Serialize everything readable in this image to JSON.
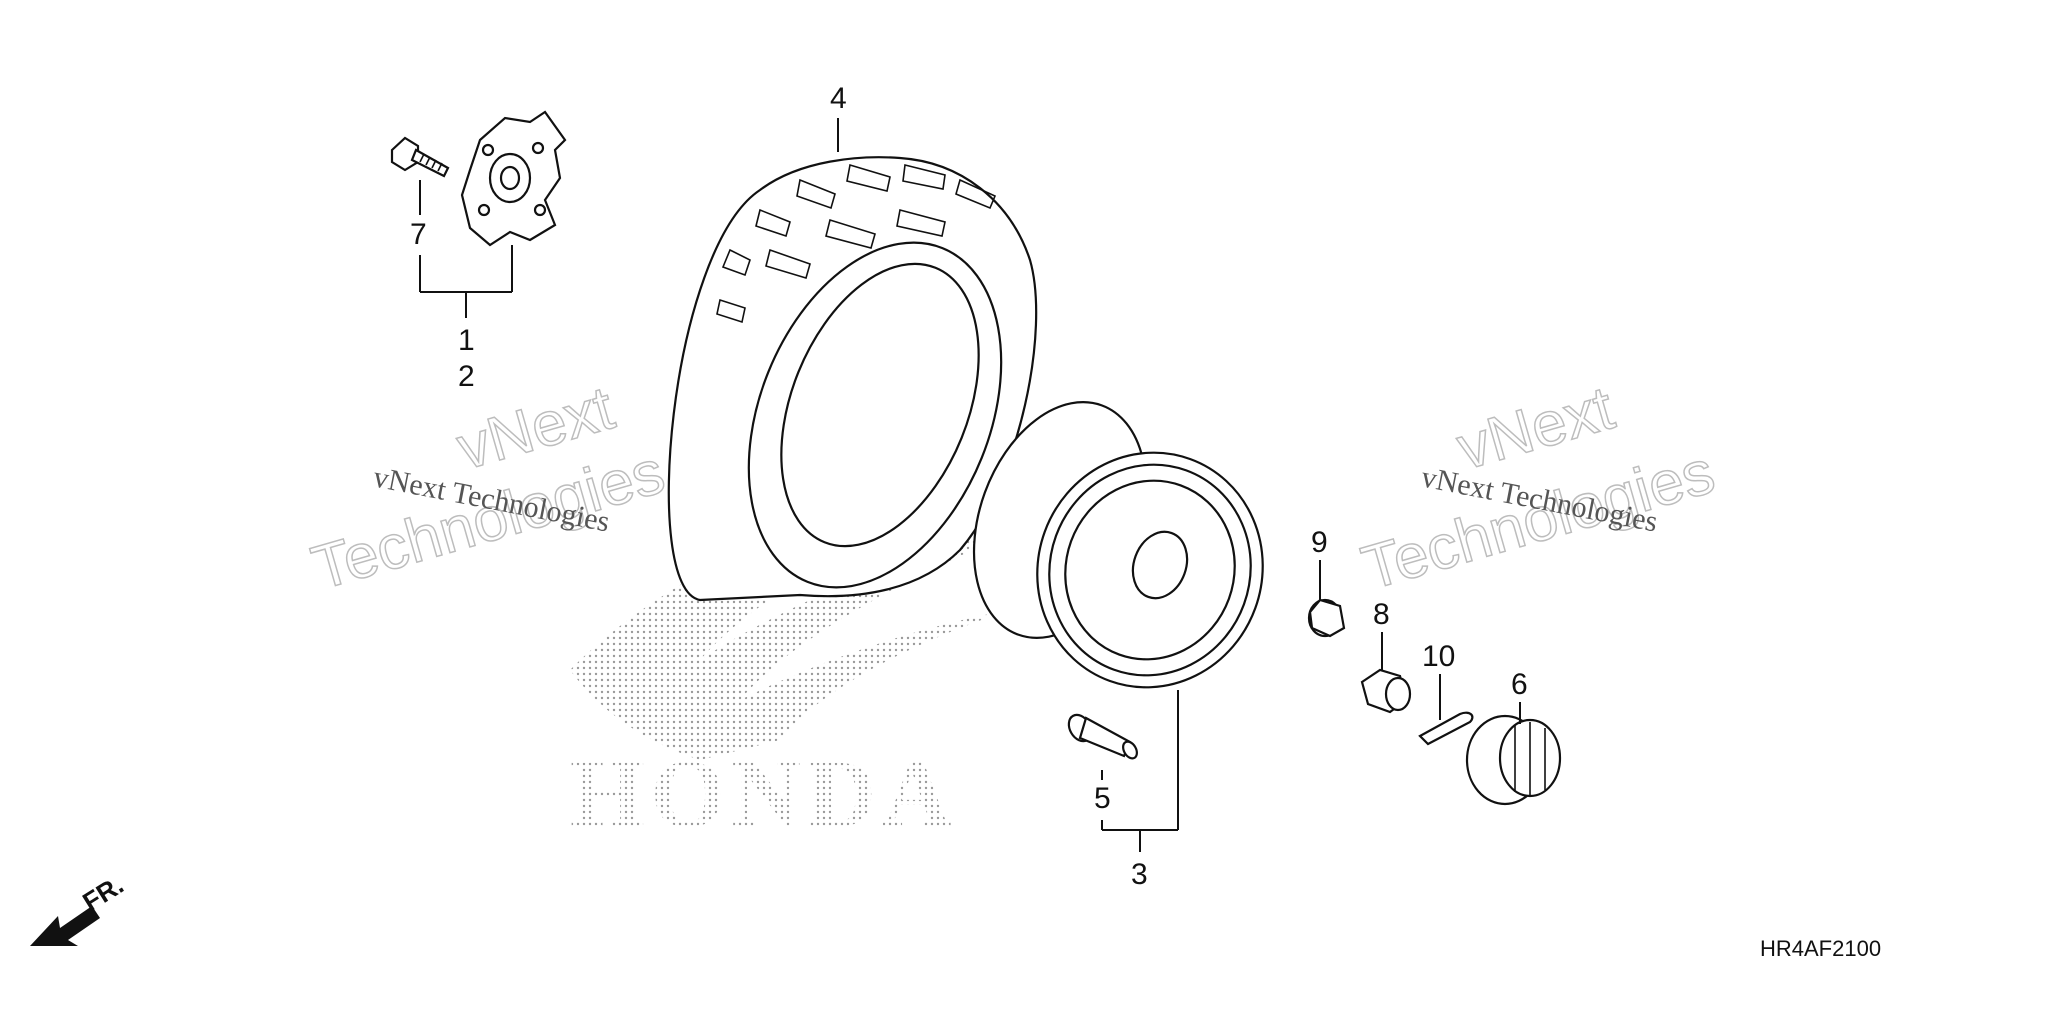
{
  "callouts": [
    "1",
    "2",
    "3",
    "4",
    "5",
    "6",
    "7",
    "8",
    "9",
    "10"
  ],
  "drawing_code": "HR4AF2100",
  "direction_label": "FR.",
  "watermark": {
    "line1": "vNext Technologies",
    "line2_a": "vNext",
    "line2_b": "Technologies"
  },
  "logo_text": "HONDA",
  "colors": {
    "ink": "#111111",
    "watermark": "#bdbdbd",
    "logo_dots": "#9a9a9a"
  }
}
